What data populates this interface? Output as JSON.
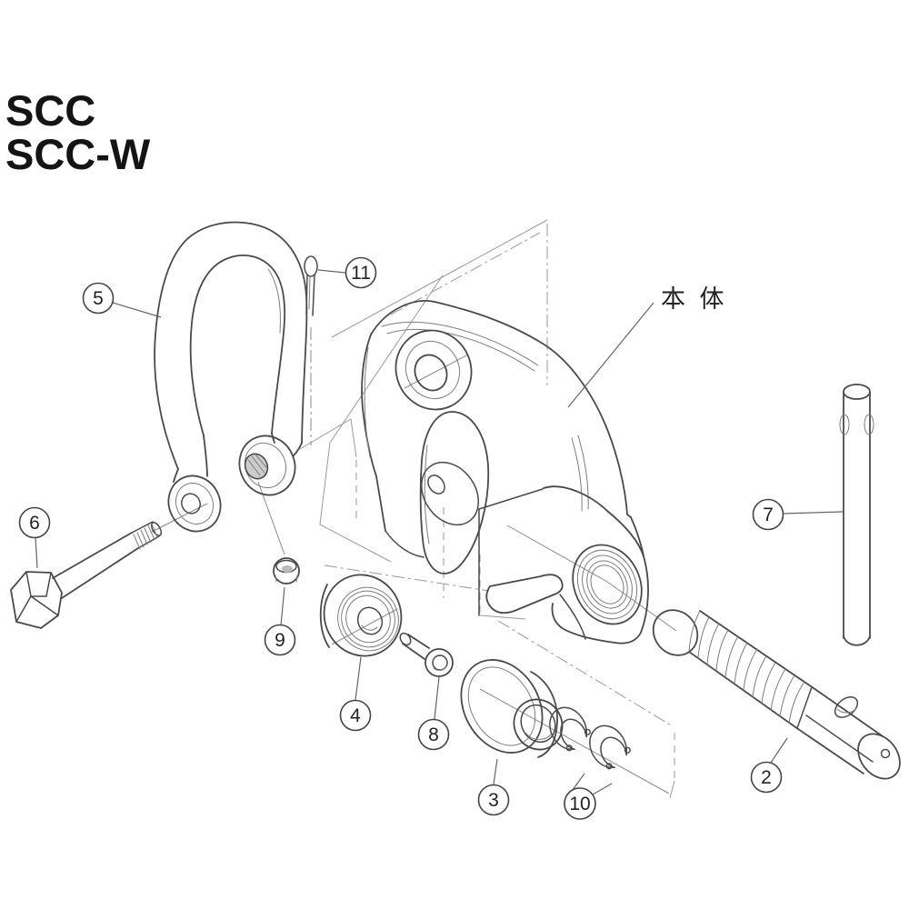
{
  "title": {
    "line1": "SCC",
    "line2": "SCC-W"
  },
  "diagram": {
    "body_label": "本 体",
    "callouts": [
      {
        "label": "2"
      },
      {
        "label": "3"
      },
      {
        "label": "4"
      },
      {
        "label": "5"
      },
      {
        "label": "6"
      },
      {
        "label": "7"
      },
      {
        "label": "8"
      },
      {
        "label": "9"
      },
      {
        "label": "10"
      },
      {
        "label": "11"
      }
    ]
  }
}
